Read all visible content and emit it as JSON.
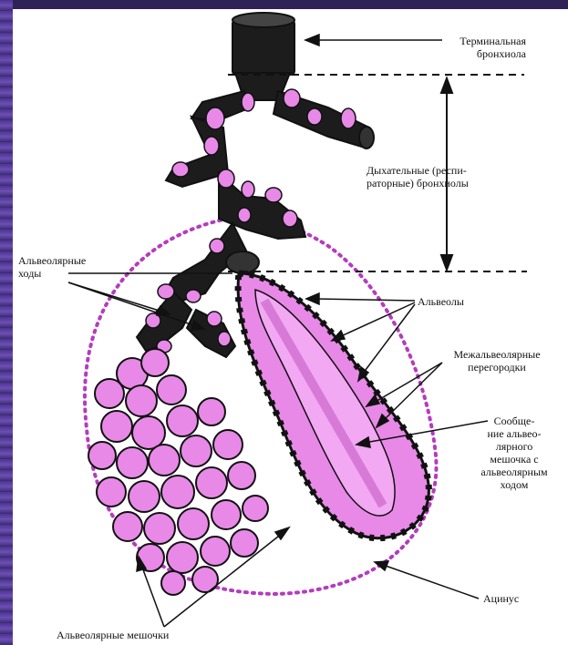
{
  "labels": {
    "terminal_bronchiole": [
      "Терминальная",
      "бронхиола"
    ],
    "respiratory_bronchioles": [
      "Дыхательные (респи-",
      "раторные) бронхиолы"
    ],
    "alveolar_ducts": [
      "Альвеолярные",
      "ходы"
    ],
    "alveoli": "Альвеолы",
    "interalveolar_septa": [
      "Межальвеолярные",
      "перегородки"
    ],
    "sac_communication": [
      "Сообще-",
      "ние альвео-",
      "лярного",
      "мешочка с",
      "альвеолярным",
      "ходом"
    ],
    "acinus": "Ацинус",
    "alveolar_sacs": "Альвеолярные мешочки"
  },
  "colors": {
    "tissue": "#e889e8",
    "outline": "#111111",
    "acinus_boundary": "#b53bbf"
  }
}
